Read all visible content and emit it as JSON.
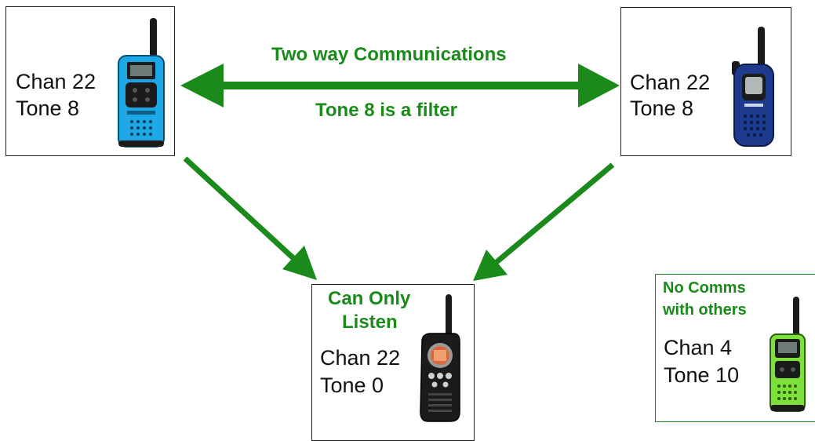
{
  "colors": {
    "arrow": "#1a8a1a",
    "label_green": "#1a8a1a",
    "radio_blue": "#1ea7e6",
    "radio_navy": "#1e3a8c",
    "radio_black": "#1b1b1b",
    "radio_lime": "#7ee03a"
  },
  "icons": {
    "radio_top_left": "blue-walkie-talkie-icon",
    "radio_top_right": "navy-walkie-talkie-icon",
    "radio_bottom": "black-walkie-talkie-icon",
    "radio_bottom_right": "lime-walkie-talkie-icon"
  },
  "arrow_labels": {
    "top": "Two way Communications",
    "bottom": "Tone 8 is a filter"
  },
  "nodes": {
    "top_left": {
      "channel": "Chan 22",
      "tone": "Tone 8"
    },
    "top_right": {
      "channel": "Chan 22",
      "tone": "Tone 8"
    },
    "bottom_center": {
      "note_line1": "Can Only",
      "note_line2": "Listen",
      "channel": "Chan 22",
      "tone": "Tone 0"
    },
    "bottom_right": {
      "note_line1": "No Comms",
      "note_line2": "with others",
      "channel": "Chan 4",
      "tone": "Tone 10"
    }
  }
}
